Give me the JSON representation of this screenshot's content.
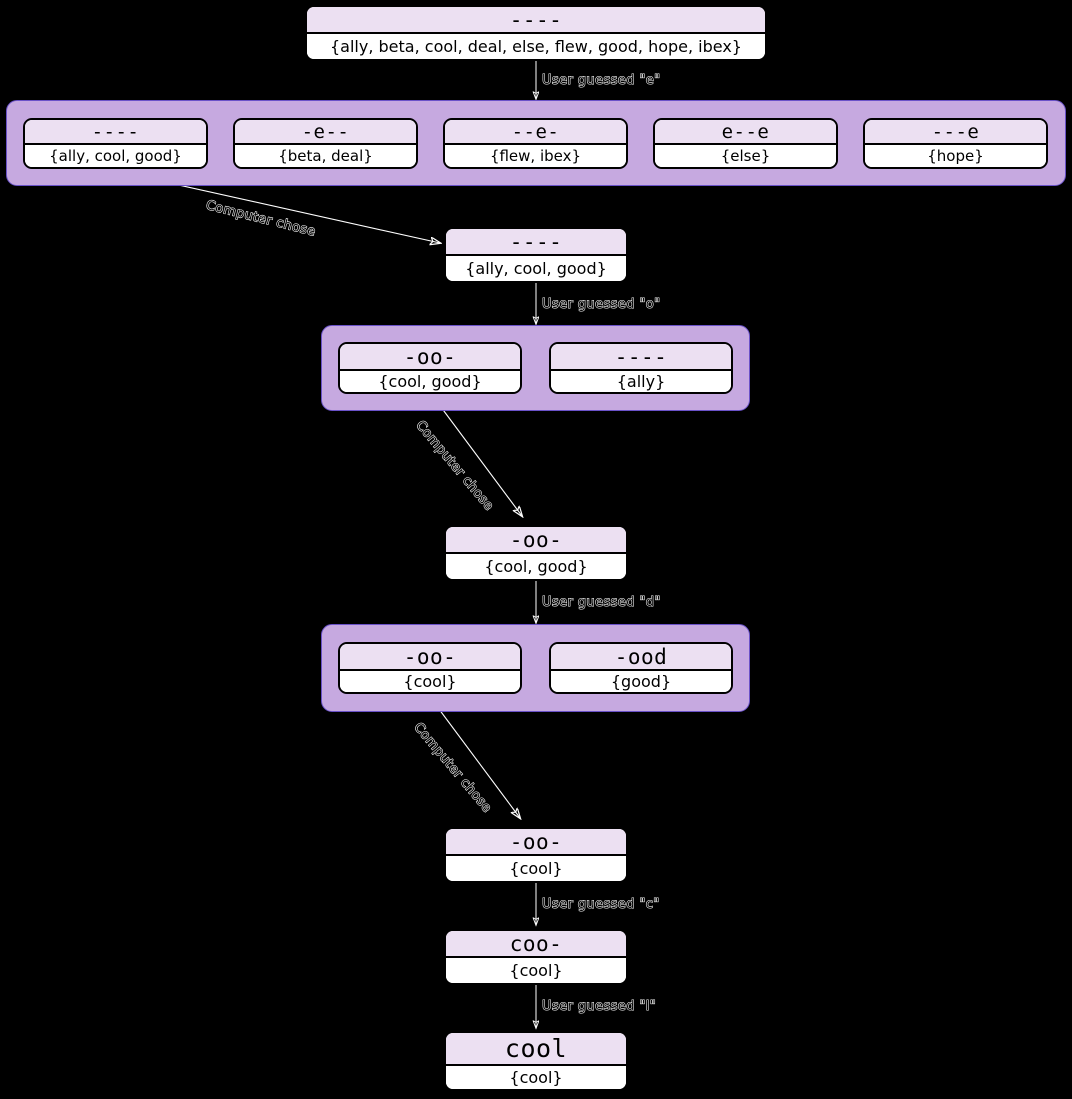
{
  "diagram": {
    "title": "Hangman adversarial word-set decision tree",
    "colors": {
      "background": "#000000",
      "group_fill": "#c6a9e0",
      "group_border": "#6a52c8",
      "node_header_fill": "#ece0f2",
      "node_body_fill": "#ffffff",
      "node_border": "#000000",
      "label_text": "#000000",
      "label_outline": "#ffffff"
    }
  },
  "nodes": {
    "root": {
      "pattern": "----",
      "words": "{ally, beta, cool, deal, else, flew, good, hope, ibex}"
    },
    "g1_a": {
      "pattern": "----",
      "words": "{ally, cool, good}"
    },
    "g1_b": {
      "pattern": "-e--",
      "words": "{beta, deal}"
    },
    "g1_c": {
      "pattern": "--e-",
      "words": "{flew, ibex}"
    },
    "g1_d": {
      "pattern": "e--e",
      "words": "{else}"
    },
    "g1_e": {
      "pattern": "---e",
      "words": "{hope}"
    },
    "chosen1": {
      "pattern": "----",
      "words": "{ally, cool, good}"
    },
    "g2_a": {
      "pattern": "-oo-",
      "words": "{cool, good}"
    },
    "g2_b": {
      "pattern": "----",
      "words": "{ally}"
    },
    "chosen2": {
      "pattern": "-oo-",
      "words": "{cool, good}"
    },
    "g3_a": {
      "pattern": "-oo-",
      "words": "{cool}"
    },
    "g3_b": {
      "pattern": "-ood",
      "words": "{good}"
    },
    "chosen3": {
      "pattern": "-oo-",
      "words": "{cool}"
    },
    "guess_c": {
      "pattern": "coo-",
      "words": "{cool}"
    },
    "final": {
      "pattern": "cool",
      "words": "{cool}"
    }
  },
  "edges": {
    "guess_e": "User guessed \"e\"",
    "chose_1": "Computer chose",
    "guess_o": "User guessed \"o\"",
    "chose_2": "Computer chose",
    "guess_d": "User guessed \"d\"",
    "chose_3": "Computer chose",
    "guess_c": "User guessed \"c\"",
    "guess_l": "User guessed \"l\""
  }
}
